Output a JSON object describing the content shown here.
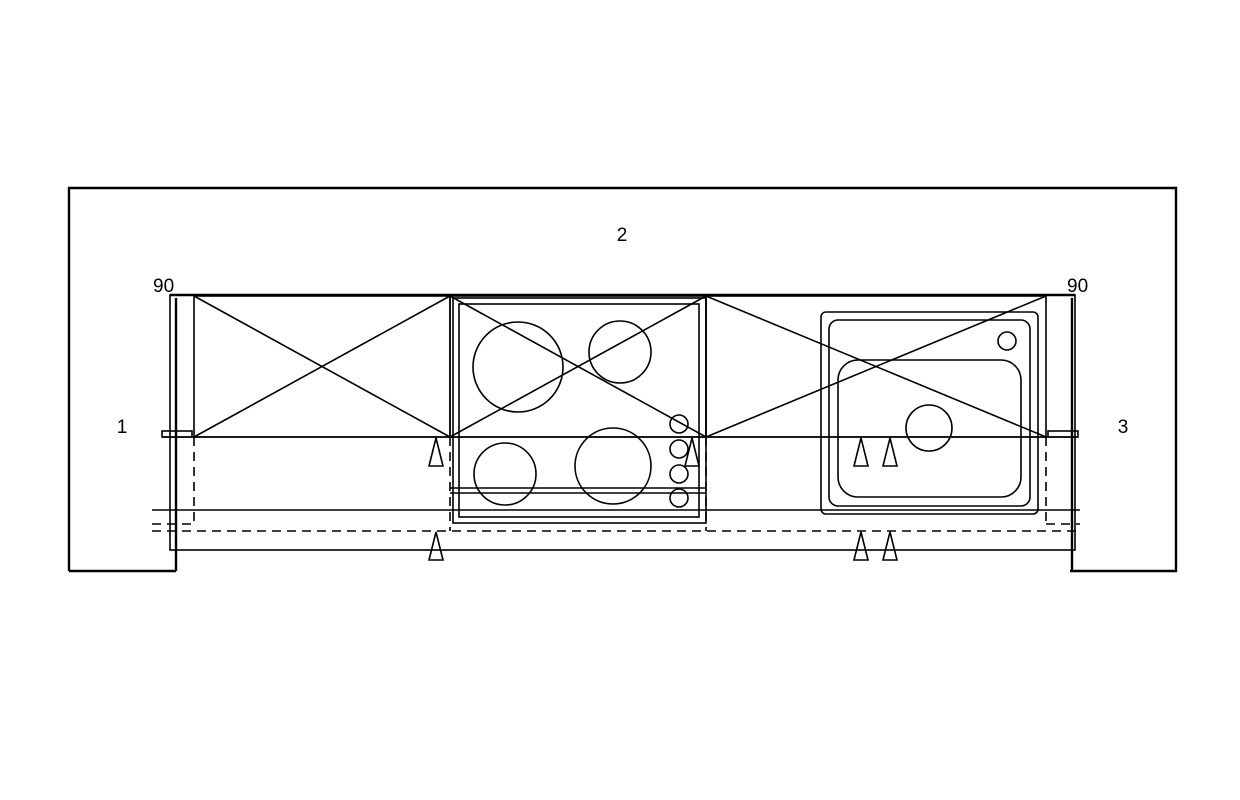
{
  "labels": {
    "wall_left": "1",
    "wall_back": "2",
    "wall_right": "3",
    "dim_left": "90",
    "dim_right": "90"
  },
  "colors": {
    "line": "#000000",
    "background": "#ffffff"
  }
}
